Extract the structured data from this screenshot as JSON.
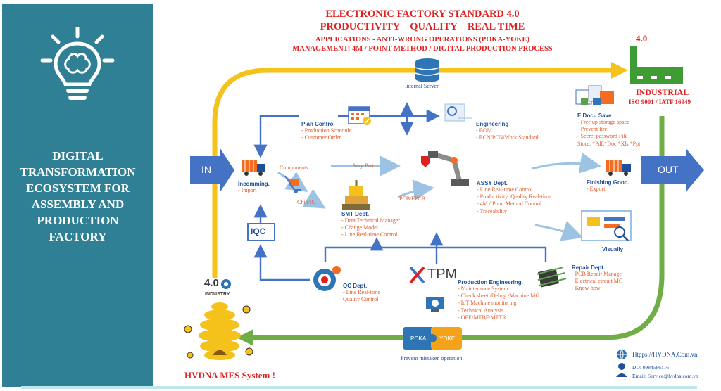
{
  "panel": {
    "title_lines": [
      "DIGITAL",
      "TRANSFORMATION",
      "ECOSYSTEM FOR",
      "ASSEMBLY AND",
      "PRODUCTION",
      "FACTORY"
    ]
  },
  "header": {
    "line1": "ELECTRONIC FACTORY STANDARD  4.0",
    "line2": "PRODUCTIVITY – QUALITY – REAL TIME",
    "line3": "APPLICATIONS  - ANTI-WRONG OPERATIONS (POKA-YOKE)",
    "line4": "MANAGEMENT: 4M / POINT METHOD / DIGITAL PRODUCTION PROCESS"
  },
  "server": {
    "label": "Internal  Server"
  },
  "factory": {
    "badge": "4.0",
    "title": "INDUSTRIAL",
    "subtitle": "ISO 9001 / IATF 16949"
  },
  "edocu": {
    "title": "E.Docu  Save",
    "items": [
      "- Free up storage space",
      "- Prevent fire",
      "- Secret password File",
      "Store:  *Pdf,*Doc,*Xls,*Ppt"
    ]
  },
  "plan": {
    "title": "Plan Control",
    "items": [
      "- Production Schedule",
      "- Customer Order"
    ]
  },
  "engineering": {
    "title": "Engineering",
    "items": [
      "- BOM",
      "- ECN/PCN/Work  Standard"
    ]
  },
  "in_label": "IN",
  "out_label": "OUT",
  "incoming": {
    "title": "Incomming.",
    "items": [
      "- Import"
    ]
  },
  "components": "Components",
  "assy_part": "Assy Part",
  "chip_ic": "Chip/IC",
  "pcb_fpcb": "PCB/FPCB",
  "assy": {
    "title": "ASSY Dept.",
    "items": [
      "- Line Real-time  Control",
      "- Productivity ,Quality  Real-time",
      "- 4M / Point Method Control",
      "- Traceability"
    ]
  },
  "finishing": {
    "title": "Finishing Good.",
    "items": [
      "- Export"
    ]
  },
  "smt": {
    "title": "SMT Dept.",
    "items": [
      "- Data Technical Manager",
      "- Change Model",
      "- Line Real-time  Control"
    ]
  },
  "iqc": "IQC",
  "visually": "Visually",
  "qc": {
    "title": "QC Dept.",
    "items": [
      "- Line Real-time",
      "Quality Control"
    ]
  },
  "tpm": "TPM",
  "prod_eng": {
    "title": "Production  Engineering.",
    "items": [
      "- Maintenance System",
      "- Check sheet /Debug /Machine MG.",
      "- IoT Machine monitoring",
      "- Technical Analysis",
      "- OEE/MTBF/MTTR"
    ]
  },
  "repair": {
    "title": "Repair  Dept.",
    "items": [
      "- PCB Repair Manage",
      "- Electrical circuit MG",
      "- Know-how"
    ]
  },
  "industry_logo": {
    "num": "4.0",
    "text": "INDUSTRY"
  },
  "poka": "POKA",
  "yoke": "YOKE",
  "poka_caption": "Prevent mistaken  operation",
  "mes": "HVDNA MES System !",
  "contact": {
    "web": "Htpps://HVDNA.Com.vn",
    "phone": "DD:  0984586116",
    "email": "Email:  Service@hvdna.com.vn"
  }
}
